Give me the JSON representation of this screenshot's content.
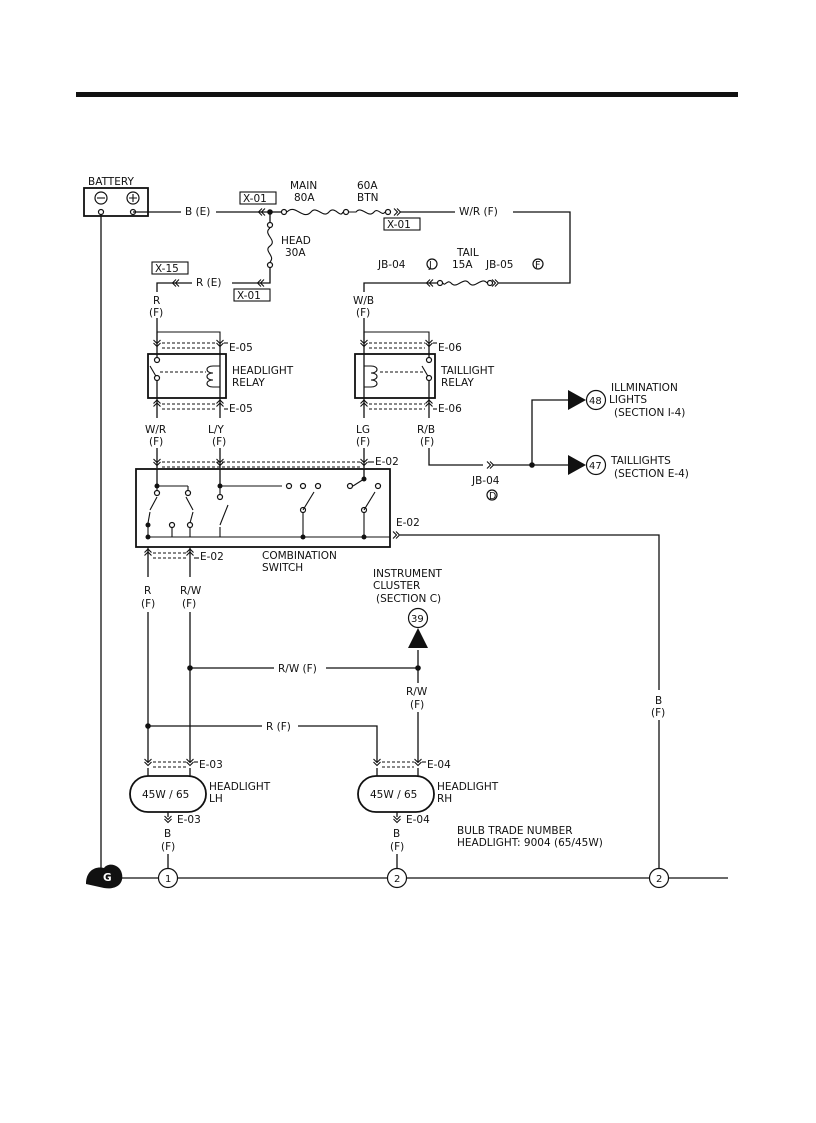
{
  "battery": {
    "label": "BATTERY",
    "neg": "⊖",
    "pos": "⊕"
  },
  "wires": {
    "b_e": "B (E)",
    "w_r_f": "W/R (F)",
    "r_e": "R (E)",
    "r_top": "R",
    "f_r_top": "(F)",
    "w_b": "W/B",
    "f_w_b": "(F)",
    "w_r_hr": "W/R",
    "f_w_r_hr": "(F)",
    "l_y": "L/Y",
    "f_l_y": "(F)",
    "lg": "LG",
    "f_lg": "(F)",
    "r_b": "R/B",
    "f_r_b": "(F)",
    "r_low": "R",
    "f_r_low": "(F)",
    "r_w_low": "R/W",
    "f_r_w_low": "(F)",
    "r_w_f_horiz": "R/W (F)",
    "r_w_cluster": "R/W",
    "f_r_w_cluster": "(F)",
    "r_f_horiz": "R (F)",
    "b_right": "B",
    "f_b_right": "(F)",
    "b_lh": "B",
    "f_b_lh": "(F)",
    "b_rh": "B",
    "f_b_rh": "(F)"
  },
  "connectors": {
    "x01_a": "X-01",
    "x01_b": "X-01",
    "x01_c": "X-01",
    "x15": "X-15",
    "e05_top": "E-05",
    "e05_bot": "E-05",
    "e06_top": "E-06",
    "e06_bot": "E-06",
    "e02_top": "E-02",
    "e02_right": "E-02",
    "e02_bot": "E-02",
    "e03_top": "E-03",
    "e03_bot": "E-03",
    "e04_top": "E-04",
    "e04_bot": "E-04",
    "jb04_tail": "JB-04",
    "jb04_tail_sym": "J",
    "jb05": "JB-05",
    "jb05_sym": "F",
    "jb04_low": "JB-04",
    "jb04_low_sym": "D"
  },
  "fuses": {
    "main": "MAIN",
    "main_rating": "80A",
    "btn_rating": "60A",
    "btn": "BTN",
    "head": "HEAD",
    "head_rating": "30A",
    "tail": "TAIL",
    "tail_rating": "15A"
  },
  "components": {
    "headlight_relay": [
      "HEADLIGHT",
      "RELAY"
    ],
    "taillight_relay": [
      "TAILLIGHT",
      "RELAY"
    ],
    "combination_switch": [
      "COMBINATION",
      "SWITCH"
    ],
    "instrument_cluster": [
      "INSTRUMENT",
      "CLUSTER",
      "(SECTION C)"
    ],
    "illumination": [
      "ILLMINATION",
      "LIGHTS",
      "(SECTION I-4)"
    ],
    "taillights": [
      "TAILLIGHTS",
      "(SECTION E-4)"
    ],
    "headlight_lh": [
      "HEADLIGHT",
      "LH"
    ],
    "headlight_rh": [
      "HEADLIGHT",
      "RH"
    ],
    "bulb_lh": "45W / 65",
    "bulb_rh": "45W / 65"
  },
  "refs": {
    "illum": "48",
    "tail": "47",
    "cluster": "39"
  },
  "ground": {
    "label": "G",
    "g1": "1",
    "g2a": "2",
    "g2b": "2"
  },
  "bulb_note": [
    "BULB TRADE NUMBER",
    "HEADLIGHT: 9004 (65/45W)"
  ]
}
